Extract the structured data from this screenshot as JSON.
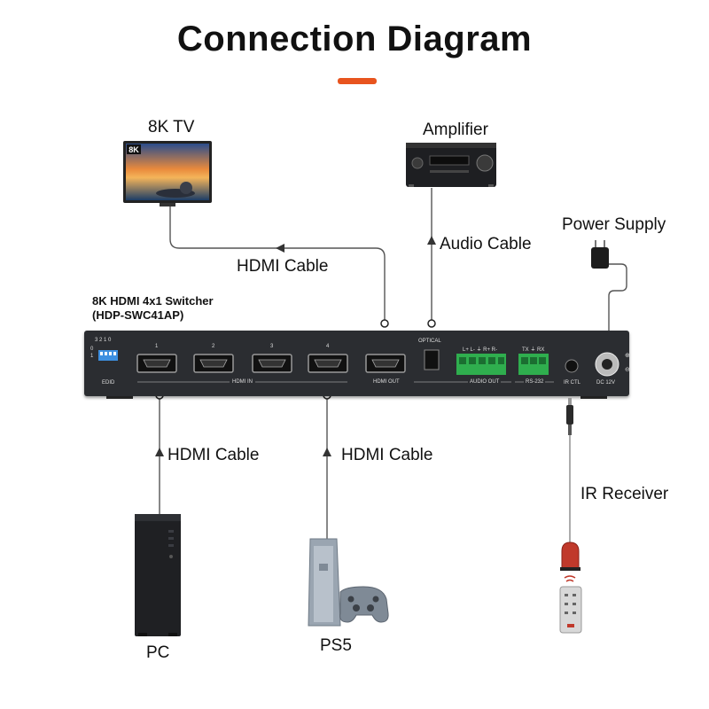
{
  "title": "Connection Diagram",
  "colors": {
    "accent": "#e8541e",
    "device_body": "#2b2d31",
    "terminal_green": "#2fae4e",
    "dip_blue": "#3d8fe0",
    "ir_red": "#c0392b"
  },
  "switcher": {
    "name_line1": "8K HDMI 4x1 Switcher",
    "name_line2": "(HDP-SWC41AP)",
    "panel": {
      "dip_numbers": "3 2 1 0",
      "dip_side_0": "0",
      "dip_side_1": "1",
      "edid": "EDID",
      "port_1": "1",
      "port_2": "2",
      "port_3": "3",
      "port_4": "4",
      "hdmi_in": "HDMI IN",
      "hdmi_out": "HDMI OUT",
      "optical": "OPTICAL",
      "audio_terms": "L+ L-  ⏚  R+ R-",
      "audio_out": "AUDIO OUT",
      "rs232_terms": "TX  ⏚  RX",
      "rs232": "RS-232",
      "ir_ctl": "IR CTL",
      "dc": "DC 12V"
    }
  },
  "devices": {
    "tv": {
      "label": "8K TV",
      "badge": "8K"
    },
    "amplifier": {
      "label": "Amplifier"
    },
    "power_supply": {
      "label": "Power Supply"
    },
    "ir_receiver": {
      "label": "IR Receiver"
    },
    "pc": {
      "label": "PC"
    },
    "ps5": {
      "label": "PS5"
    }
  },
  "cables": {
    "hdmi_out": "HDMI Cable",
    "audio": "Audio Cable",
    "hdmi_pc": "HDMI Cable",
    "hdmi_ps5": "HDMI Cable"
  }
}
